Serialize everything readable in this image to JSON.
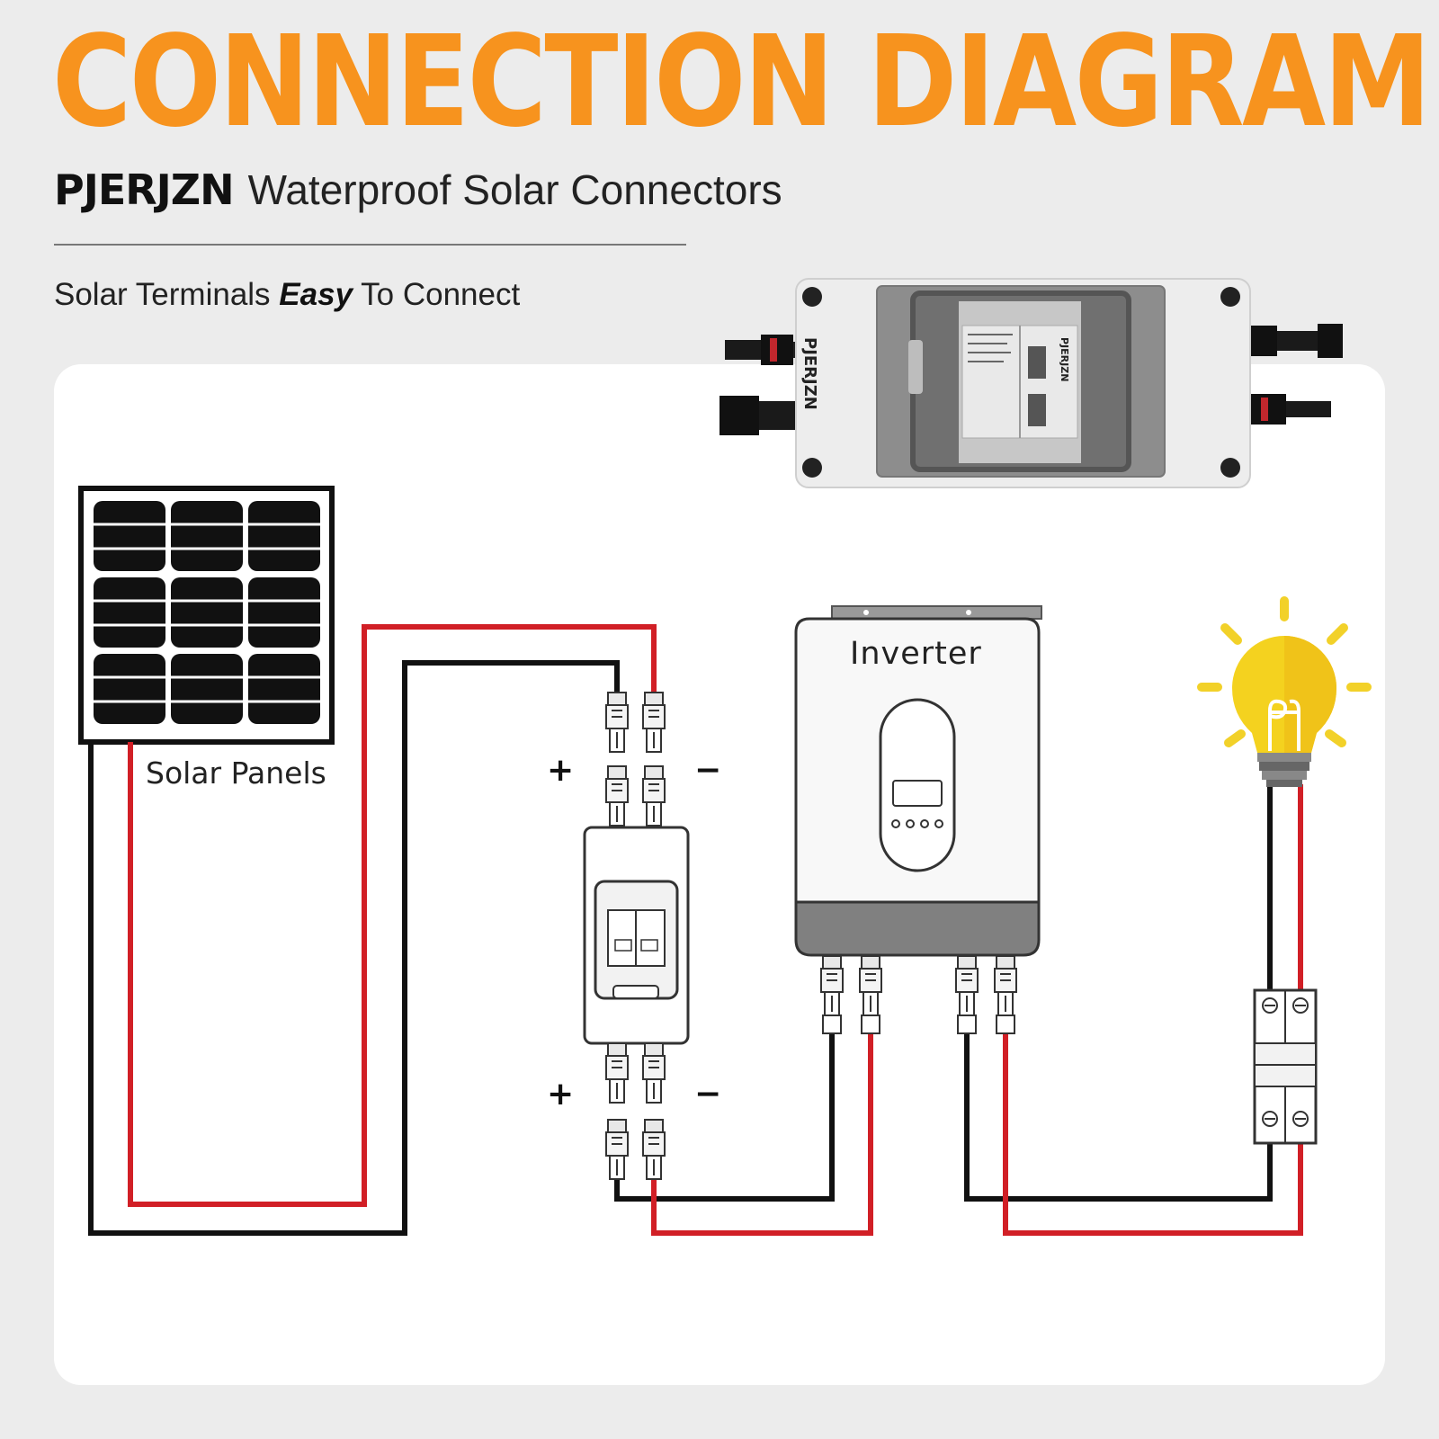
{
  "header": {
    "title": "CONNECTION DIAGRAM",
    "brand": "PJERJZN",
    "subtitle": "Waterproof Solar Connectors",
    "tagline_pre": "Solar Terminals",
    "tagline_emph": "Easy",
    "tagline_post": "To Connect"
  },
  "device_box": {
    "brand_text": "PJERJZN"
  },
  "components": {
    "solar_panels": "Solar Panels",
    "inverter": "Inverter"
  },
  "polarity": {
    "plus": "+",
    "minus": "−"
  },
  "colors": {
    "title": "#f7931e",
    "wire_positive": "#d11f26",
    "wire_negative": "#111111",
    "bulb": "#f4d21f",
    "bulb_rays": "#f2d129"
  }
}
